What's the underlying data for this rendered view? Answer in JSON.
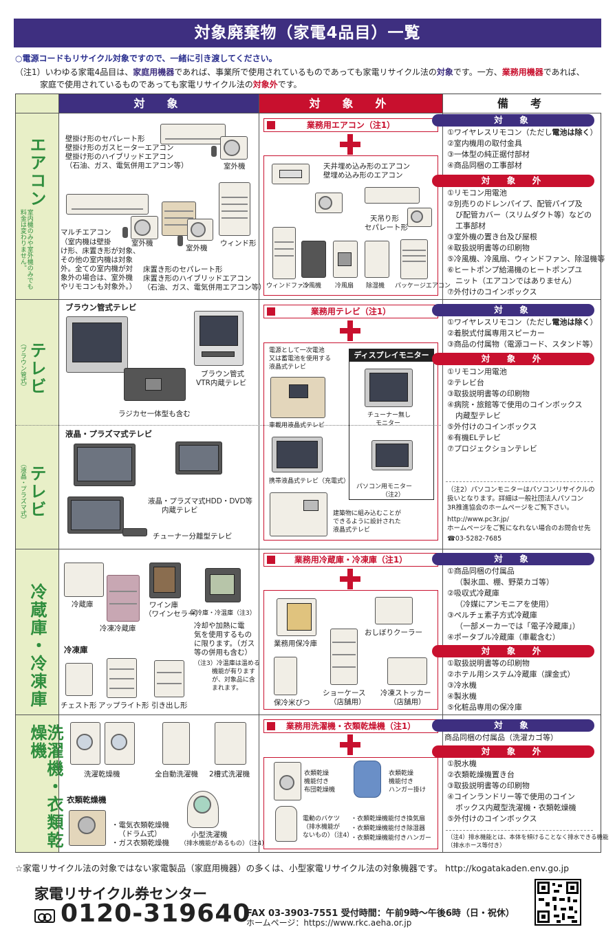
{
  "title": "対象廃棄物（家電4品目）一覧",
  "intro": {
    "line1": "○電源コードもリサイクル対象ですので、一緒に引き渡してください。",
    "line2_a": "（注1）いわゆる家電4品目は、",
    "line2_b": "家庭用機器",
    "line2_c": "であれば、事業所で使用されているものであっても家電リサイクル法の",
    "line2_d": "対象",
    "line2_e": "です。一方、",
    "line2_f": "業務用機器",
    "line2_g": "であれば、",
    "line3_a": "家庭で使用されているものであっても家電リサイクル法の",
    "line3_b": "対象外",
    "line3_c": "です。"
  },
  "headers": {
    "target": "対　象",
    "non_target": "対　象　外",
    "notes": "備　考"
  },
  "categories": {
    "aircon": {
      "name": "エアコン",
      "sub": "室内機のみや室外機のみでも料金は変わりません。"
    },
    "tv_crt": {
      "name": "テレビ",
      "sub": "（ブラウン管式）"
    },
    "tv_lcd": {
      "name": "テレビ",
      "sub": "（液晶・プラズマ式）"
    },
    "fridge": {
      "name": "冷蔵庫・冷凍庫"
    },
    "washer": {
      "name": "洗濯機・衣類乾燥機"
    }
  },
  "aircon_target": {
    "l1": "壁掛け形のセパレート形",
    "l2": "壁掛け形のガスヒーターエアコン",
    "l3": "壁掛け形のハイブリッドエアコン",
    "l4": "（石油、ガス、電気併用エアコン等）",
    "outdoor1": "室外機",
    "multi1": "マルチエアコン",
    "multi2": "（室内機は壁掛",
    "multi3": "け形、床置き形が対象、",
    "multi4": "その他の室内機は対象",
    "multi5": "外。全ての室内機が対",
    "multi6": "象外の場合は、室外機",
    "multi7": "やリモコンも対象外。）",
    "outdoor2": "室外機",
    "outdoor3": "室外機",
    "window": "ウィンド形",
    "floor1": "床置き形のセパレート形",
    "floor2": "床置き形のハイブリッドエアコン",
    "floor3": "（石油、ガス、電気併用エアコン等）"
  },
  "aircon_nontarget": {
    "header": "業務用エアコン（注1）",
    "ceiling1": "天井埋め込み形のエアコン",
    "ceiling2": "壁埋め込み形のエアコン",
    "hang1": "天吊り形",
    "hang2": "セパレート形",
    "window_fan": "ウィンドファン",
    "cool_fan": "冷風機",
    "cool_fan2": "冷風扇",
    "dehum": "除湿機",
    "package": "パッケージエアコン"
  },
  "aircon_notes": {
    "t1": "①ワイヤレスリモコン（ただし",
    "t1b": "電池は除く",
    "t1c": "）",
    "t2": "②室内機用の取付金具",
    "t3": "③一体型の純正据付部材",
    "t4": "④商品同梱の工事部材",
    "n1": "①リモコン用電池",
    "n2": "②別売りのドレンパイプ、配管パイプ及",
    "n2b": "び配管カバー（スリムダクト等）などの",
    "n2c": "工事部材",
    "n3": "③室外機の置き台及び屋根",
    "n4": "④取扱説明書等の印刷物",
    "n5": "⑤冷風機、冷風扇、ウィンドファン、除湿機等",
    "n6": "⑥ヒートポンプ給湯機のヒートポンプユ",
    "n6b": "ニット（エアコンではありません）",
    "n7": "⑦外付けのコインボックス"
  },
  "tv_target": {
    "crt_title": "ブラウン管式テレビ",
    "vtr1": "ブラウン管式",
    "vtr2": "VTR内蔵テレビ",
    "radio": "ラジカセ一体型も含む",
    "lcd_title": "液晶・プラズマ式テレビ",
    "hdd1": "液晶・プラズマ式HDD・DVD等",
    "hdd2": "内蔵テレビ",
    "tuner": "チューナー分離型テレビ"
  },
  "tv_nontarget": {
    "header": "業務用テレビ（注1）",
    "batt1": "電源として一次電池",
    "batt2": "又は蓄電池を使用する",
    "batt3": "液晶式テレビ",
    "display": "ディスプレイモニター",
    "car": "車載用液晶式テレビ",
    "no_tuner1": "チューナー無し",
    "no_tuner2": "モニター",
    "portable": "携帯液晶式テレビ（充電式）",
    "pc1": "パソコン用モニター",
    "pc2": "（注2）",
    "built1": "建築物に組み込むことが",
    "built2": "できるように設計された",
    "built3": "液晶式テレビ"
  },
  "tv_notes": {
    "t1": "①ワイヤレスリモコン（ただし",
    "t1b": "電池は除く",
    "t1c": "）",
    "t2": "②着脱式付属専用スピーカー",
    "t3": "③商品の付属物（電源コード、スタンド等）",
    "n1": "①リモコン用電池",
    "n2": "②テレビ台",
    "n3": "③取扱説明書等の印刷物",
    "n4": "④病院・旅館等で使用のコインボックス",
    "n4b": "内蔵型テレビ",
    "n5": "⑤外付けのコインボックス",
    "n6": "⑥有機ELテレビ",
    "n7": "⑦プロジェクションテレビ",
    "pc_note1": "（注2）パソコンモニターはパソコンリサイクルの",
    "pc_note2": "扱いとなります。詳細は一般社団法人パソコン",
    "pc_note3": "3R推進協会のホームページをご覧下さい。",
    "pc_note4": "http://www.pc3r.jp/",
    "pc_note5": "ホームページをご覧になれない場合のお問合せ先",
    "pc_note6": "☎03-5282-7685"
  },
  "fridge_target": {
    "fridge": "冷蔵庫",
    "fridge_freezer": "冷凍冷蔵庫",
    "wine1": "ワイン庫",
    "wine2": "（ワインセラー）",
    "cool_box": "保冷庫・冷温庫（注3）",
    "note3_1": "冷却や加熱に電",
    "note3_2": "気を使用するもの",
    "note3_3": "に限ります。（ガス",
    "note3_4": "等の併用も含む）",
    "note3_5": "（注3）冷温庫は温める",
    "note3_6": "機能が有ります",
    "note3_7": "が、対象品に含",
    "note3_8": "まれます。",
    "freezer": "冷凍庫",
    "chest": "チェスト形",
    "upright": "アップライト形",
    "drawer": "引き出し形"
  },
  "fridge_nontarget": {
    "header": "業務用冷蔵庫・冷凍庫（注1）",
    "warmer": "業務用保冷庫",
    "oshibori": "おしぼりクーラー",
    "rice": "保冷米びつ",
    "showcase1": "ショーケース",
    "showcase2": "（店舗用）",
    "stocker1": "冷凍ストッカー",
    "stocker2": "（店舗用）"
  },
  "fridge_notes": {
    "t1": "①商品同梱の付属品",
    "t1b": "（製氷皿、棚、野菜カゴ等）",
    "t2": "②吸収式冷蔵庫",
    "t2b": "（冷媒にアンモニアを使用）",
    "t3": "③ペルチェ素子方式冷蔵庫",
    "t3b": "（一部メーカーでは「電子冷蔵庫」）",
    "t4": "④ポータブル冷蔵庫（車載含む）",
    "n1": "①取扱説明書等の印刷物",
    "n2": "②ホテル用システム冷蔵庫（課金式）",
    "n3": "③冷水機",
    "n4": "④製氷機",
    "n5": "⑤化粧品専用の保冷庫"
  },
  "washer_target": {
    "drum": "洗濯乾燥機",
    "auto": "全自動洗濯機",
    "twin": "2槽式洗濯機",
    "dryer_title": "衣類乾燥機",
    "elec1": "・電気衣類乾燥機",
    "elec2": "（ドラム式）",
    "gas": "・ガス衣類乾燥機",
    "small1": "小型洗濯機",
    "small2": "（排水機能があるもの）（注4）"
  },
  "washer_nontarget": {
    "header": "業務用洗濯機・衣類乾燥機（注1）",
    "futon1": "衣類乾燥",
    "futon2": "機能付き",
    "futon3": "布団乾燥機",
    "hanger1": "衣類乾燥",
    "hanger2": "機能付き",
    "hanger3": "ハンガー掛け",
    "bucket1": "電動のバケツ",
    "bucket2": "（排水機能が",
    "bucket3": "ないもの）（注4）",
    "vent": "・衣類乾燥機能付き換気扇",
    "dehum": "・衣類乾燥機能付き除湿器",
    "hanger": "・衣類乾燥機能付きハンガー"
  },
  "washer_notes": {
    "t1": "商品同梱の付属品（洗濯カゴ等）",
    "n1": "①脱水機",
    "n2": "②衣類乾燥機置き台",
    "n3": "③取扱説明書等の印刷物",
    "n4": "④コインランドリー等で使用のコイン",
    "n4b": "ボックス内蔵型洗濯機・衣類乾燥機",
    "n5": "⑤外付けのコインボックス",
    "note4_1": "（注4）排水機能とは、本体を傾けることなく排水できる機能",
    "note4_2": "（排水ホース等付き）"
  },
  "labels": {
    "target": "対　象",
    "non_target": "対　象　外"
  },
  "footer": {
    "small_law": "☆家電リサイクル法の対象ではない家電製品（家庭用機器）の多くは、小型家電リサイクル法の対象機器です。 http://kogatakaden.env.go.jp",
    "center": "家電リサイクル券センター",
    "tel": "0120-319640",
    "fax": "FAX 03-3903-7551 受付時間：午前9時〜午後6時（日・祝休）",
    "hp": "ホームページ：https://www.rkc.aeha.or.jp"
  }
}
